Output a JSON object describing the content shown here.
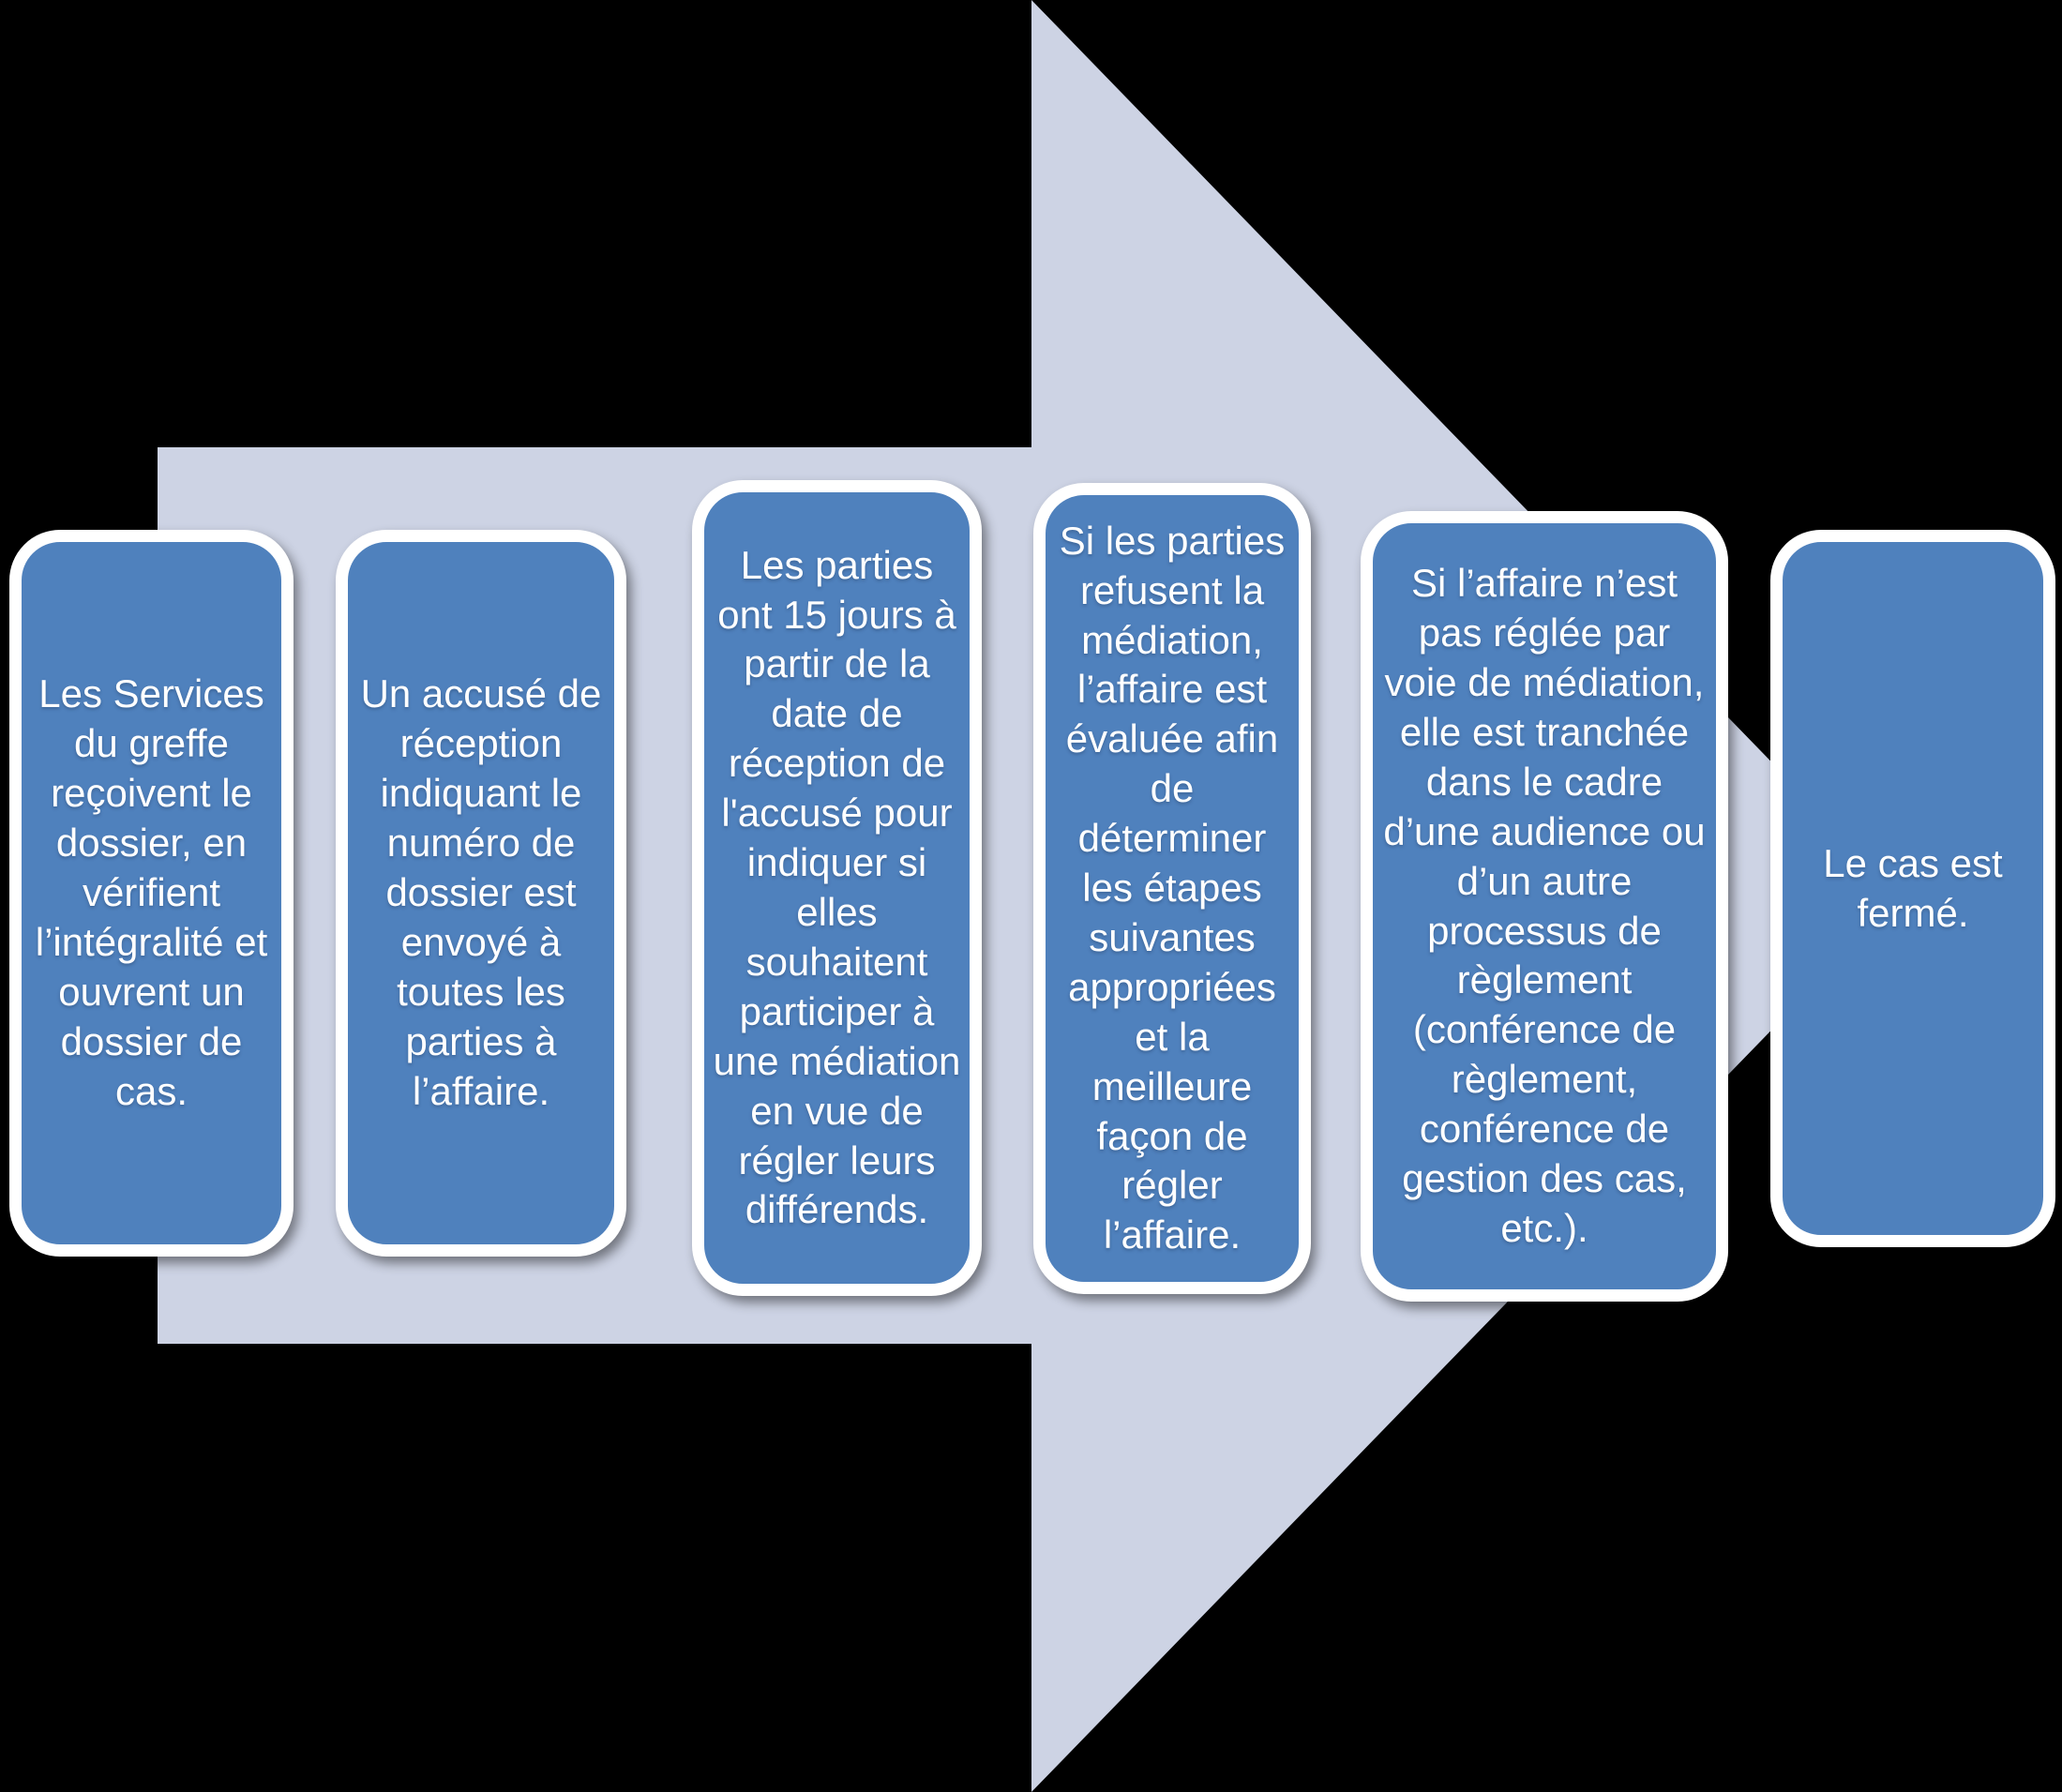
{
  "diagram": {
    "type": "process-arrow-flow",
    "direction": "left-to-right",
    "colors": {
      "background": "#000000",
      "arrow": "#CDD3E4",
      "step_fill": "#4F81BD",
      "step_border": "#FFFFFF",
      "step_text": "#FFFFFF"
    },
    "steps": [
      {
        "label": "Les Services du greffe reçoivent le dossier, en vérifient l’intégralité et ouvrent un dossier de cas."
      },
      {
        "label": "Un accusé de réception indiquant le numéro de dossier est envoyé à toutes les parties à l’affaire."
      },
      {
        "label": "Les parties ont 15 jours à partir de la date de réception de l'accusé pour indiquer si elles souhaitent participer à une médiation en vue de régler leurs différends."
      },
      {
        "label": "Si les parties refusent la médiation, l’affaire est évaluée afin de déterminer les étapes suivantes appropriées et la meilleure façon de régler l’affaire."
      },
      {
        "label": "Si l’affaire n’est pas réglée par voie de médiation, elle est tranchée dans le cadre d’une audience ou d’un autre processus de règlement (conférence de règlement, conférence de gestion des cas, etc.)."
      },
      {
        "label": "Le cas est fermé."
      }
    ]
  }
}
